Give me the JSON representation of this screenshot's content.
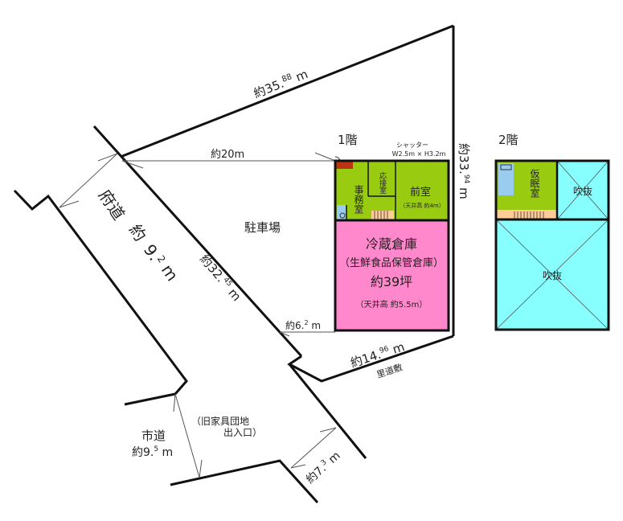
{
  "colors": {
    "green_room": "#99cc11",
    "pink_warehouse": "#ff88cc",
    "cyan_void": "#88ffff",
    "bath_blue": "#99ccee",
    "stair_peach": "#ffcc99",
    "door_brown": "#bb3311",
    "line": "#111111"
  },
  "measurements": {
    "top_edge": {
      "prefix": "約35.",
      "sup": "88",
      "unit": " m"
    },
    "right_edge": {
      "prefix": "約33.",
      "sup": "94",
      "unit": " m"
    },
    "left_edge": {
      "prefix": "約32.",
      "sup": "45",
      "unit": " m"
    },
    "bottom_edge": {
      "prefix": "約14.",
      "sup": "96",
      "unit": " m"
    },
    "to_building": "約20m",
    "setback": {
      "prefix": "約6.",
      "sup": "2",
      "unit": " m"
    },
    "entrance_width": {
      "prefix": "約7.",
      "sup": "3",
      "unit": " m"
    }
  },
  "roads": {
    "prefectural": {
      "name": "府道",
      "prefix": "約",
      "value": "9.",
      "sup": "2",
      "unit": "m"
    },
    "city": {
      "name": "市道",
      "prefix": "約9.",
      "sup": "5",
      "unit": " m"
    },
    "entrance_note_line1": "（旧家具団地",
    "entrance_note_line2": "出入口）",
    "back_lane": "里道敷"
  },
  "site": {
    "parking": "駐車場"
  },
  "floor1": {
    "title": "1階",
    "shutter_line1": "シャッター",
    "shutter_line2": "W2.5m × H3.2m",
    "office": "事務室",
    "reception": "応接室",
    "anteroom": "前室",
    "anteroom_note": "（天井高 約4m）",
    "warehouse_title": "冷蔵倉庫",
    "warehouse_sub": "（生鮮食品保管倉庫）",
    "warehouse_area": "約39坪",
    "warehouse_note": "（天井高 約5.5m）"
  },
  "floor2": {
    "title": "2階",
    "nap_room": "仮眠室",
    "void_small": "吹抜",
    "void_large": "吹抜"
  }
}
